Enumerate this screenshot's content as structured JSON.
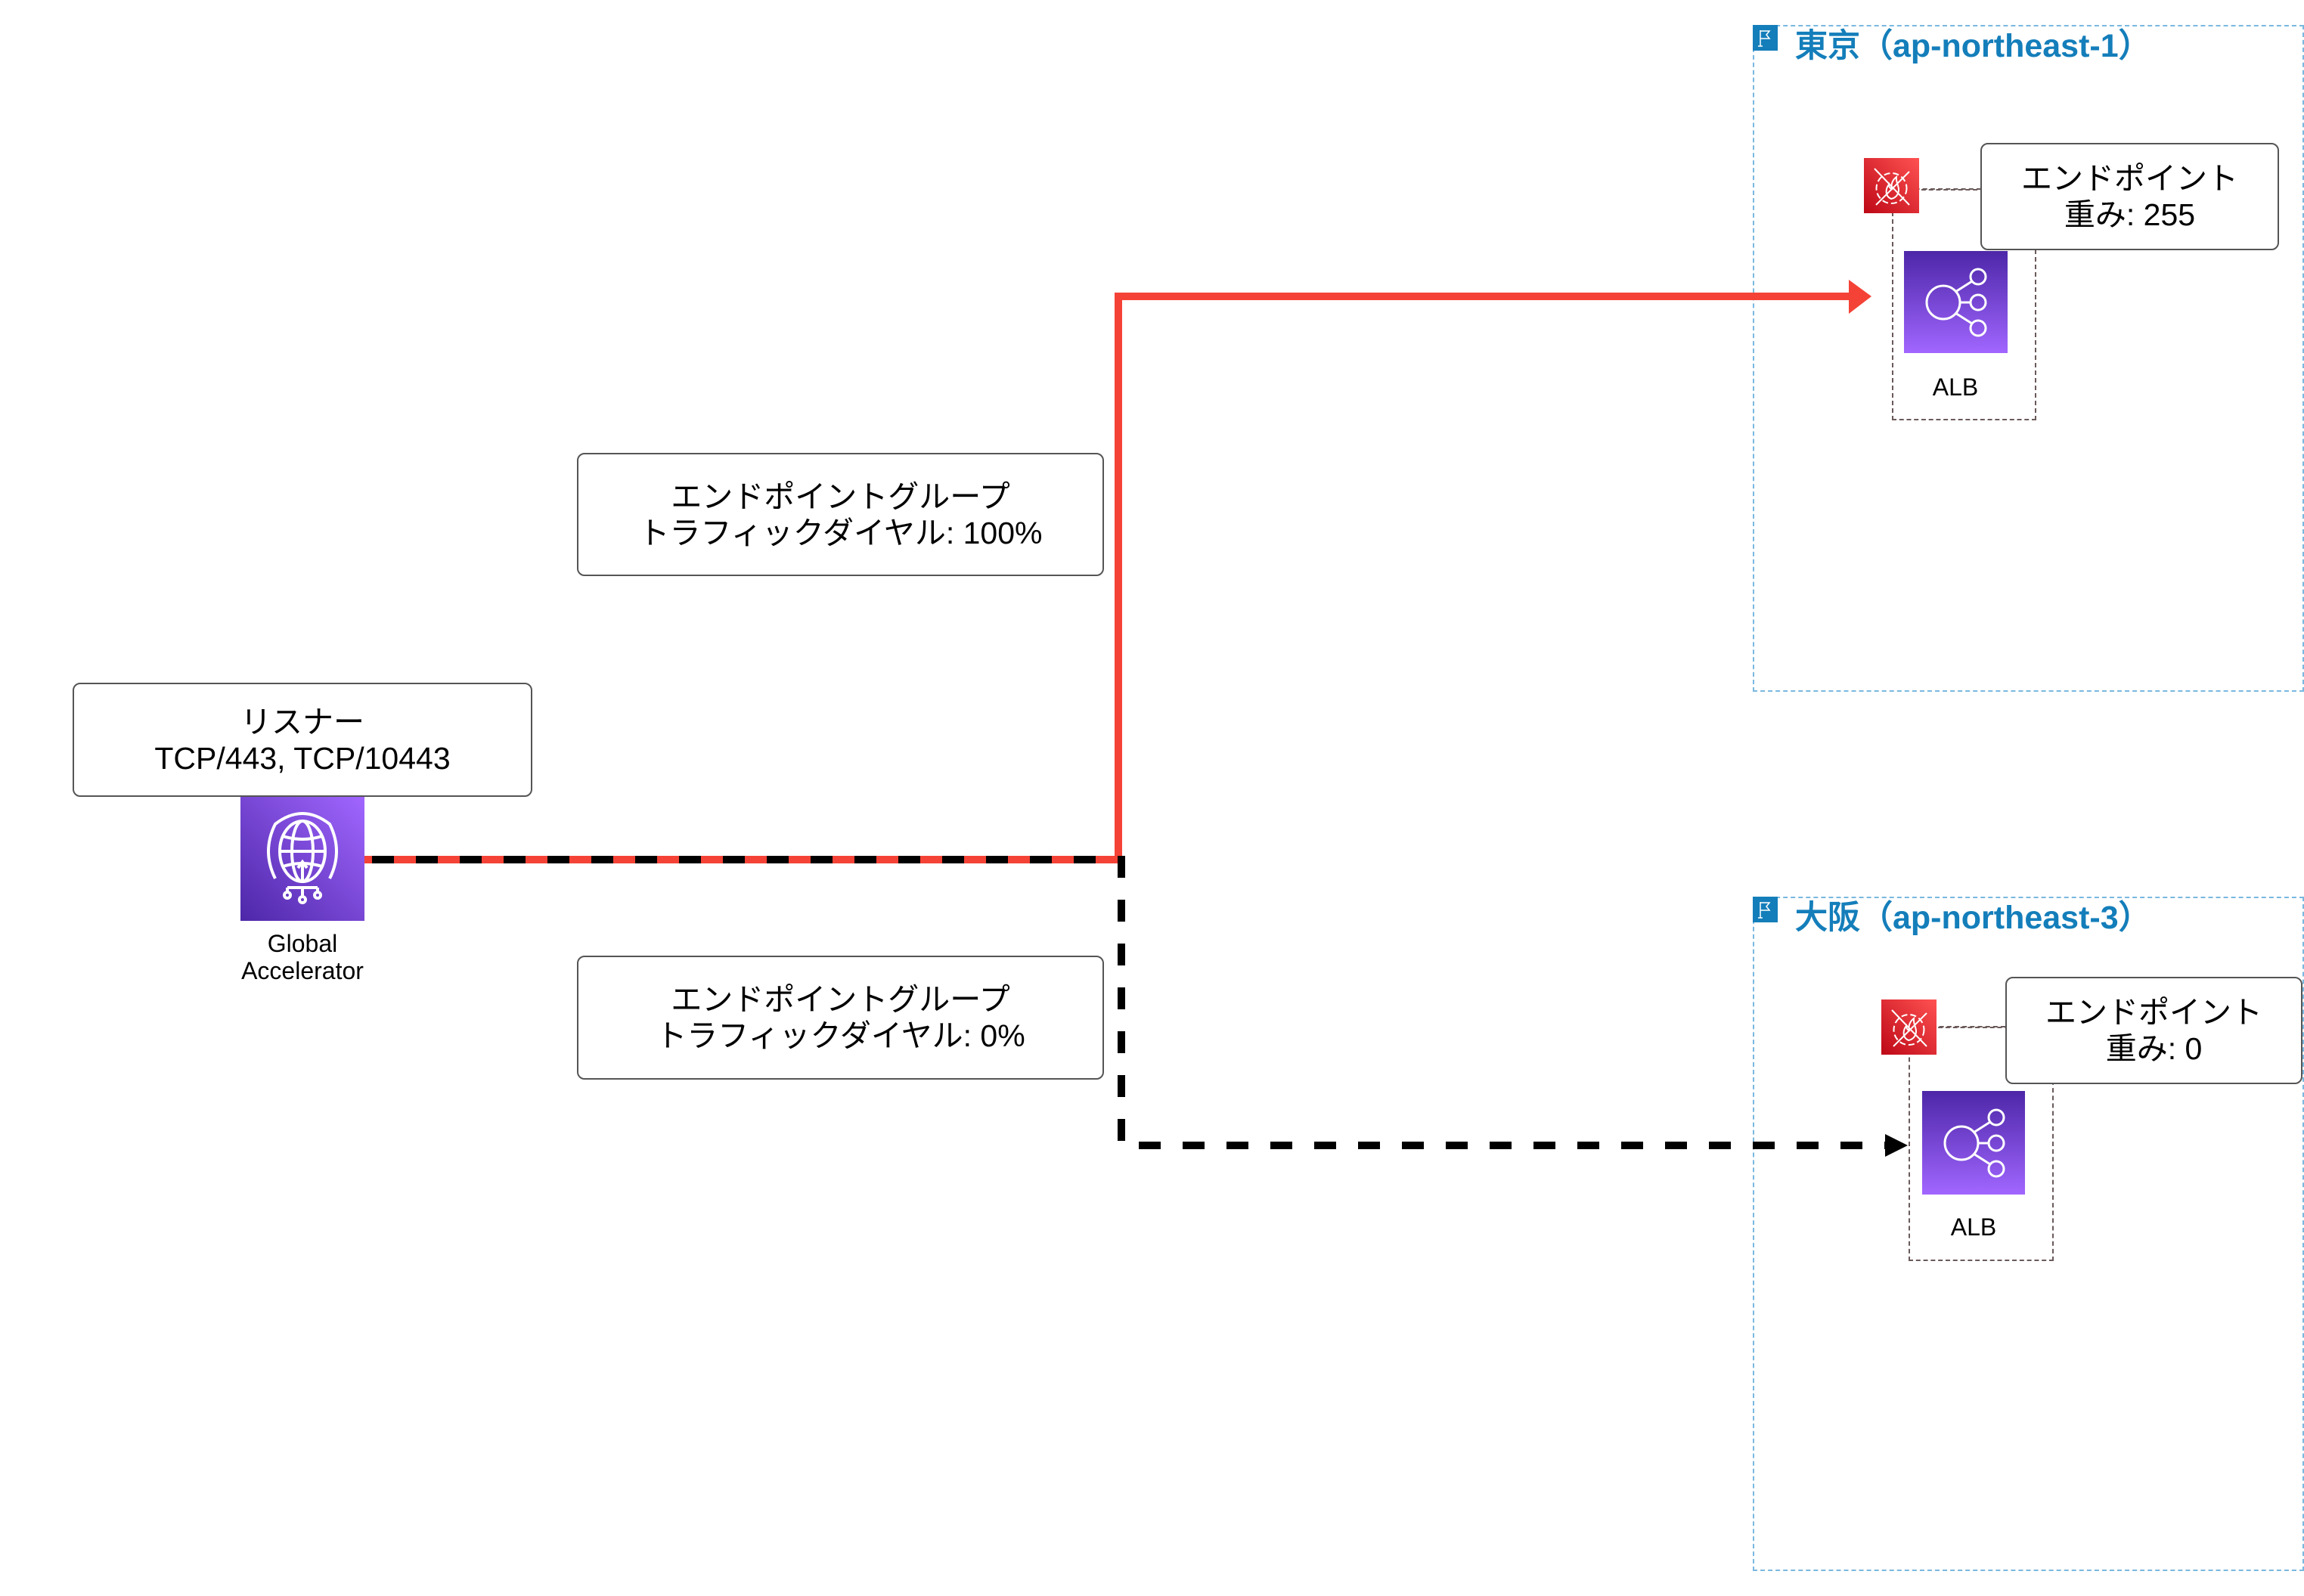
{
  "diagram": {
    "listener": {
      "line1": "リスナー",
      "line2": "TCP/443, TCP/10443"
    },
    "accelerator": {
      "icon": "global-accelerator-icon",
      "label_line1": "Global",
      "label_line2": "Accelerator"
    },
    "endpoint_groups": [
      {
        "line1": "エンドポイントグループ",
        "line2": "トラフィックダイヤル: 100%",
        "traffic_dial_percent": 100,
        "line_color": "#f44336",
        "line_style": "solid",
        "target_region": "tokyo"
      },
      {
        "line1": "エンドポイントグループ",
        "line2": "トラフィックダイヤル: 0%",
        "traffic_dial_percent": 0,
        "line_color": "#000000",
        "line_style": "dashed",
        "target_region": "osaka"
      }
    ],
    "regions": {
      "tokyo": {
        "title": "東京（ap-northeast-1）",
        "icon": "region-flag-icon",
        "endpoint": {
          "line1": "エンドポイント",
          "line2": "重み: 255",
          "weight": 255
        },
        "waf_icon": "waf-icon",
        "alb": {
          "icon": "alb-icon",
          "label": "ALB"
        }
      },
      "osaka": {
        "title": "大阪（ap-northeast-3）",
        "icon": "region-flag-icon",
        "endpoint": {
          "line1": "エンドポイント",
          "line2": "重み: 0",
          "weight": 0
        },
        "waf_icon": "waf-icon",
        "alb": {
          "icon": "alb-icon",
          "label": "ALB"
        }
      }
    },
    "colors": {
      "region_border": "#7ab8df",
      "region_title": "#147eba",
      "active_route": "#f44336",
      "inactive_route": "#000000",
      "compute_icon_from": "#4d27a8",
      "compute_icon_to": "#a166ff",
      "security_icon_from": "#bd0816",
      "security_icon_to": "#ff5252"
    }
  }
}
